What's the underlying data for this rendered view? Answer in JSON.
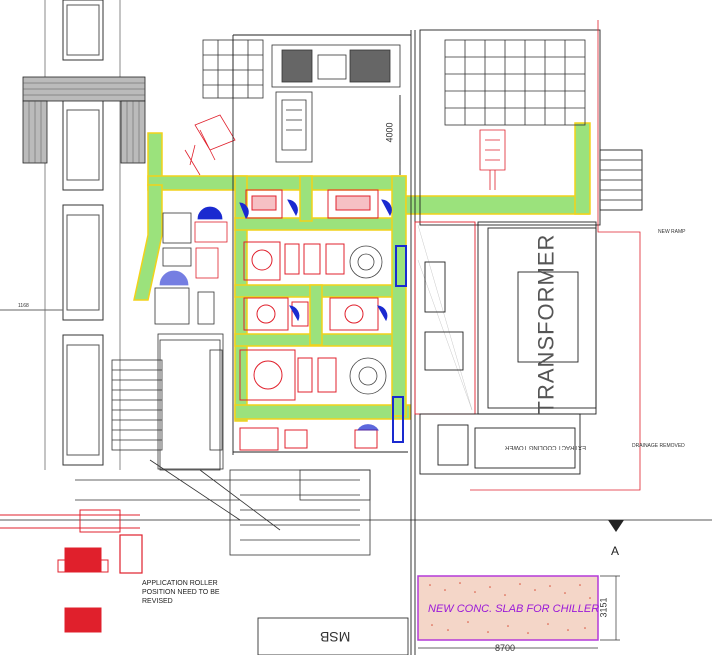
{
  "labels": {
    "transformer": "TRANSFORMER",
    "new_slab": "NEW CONC. SLAB FOR CHILLER",
    "msb": "MSB",
    "cooling_tower": "EXTRACT COOLING TOWER",
    "application_note": "APPLICATION ROLLER POSITION NEED TO BE REVISED",
    "new_ramp": "NEW RAMP",
    "drainage_removed": "DRAINAGE REMOVED",
    "section_a": "A",
    "dim_4000": "4000",
    "dim_3151": "3151",
    "dim_8700": "8700",
    "dim_left": "1168"
  },
  "colors": {
    "walkway_green": "#9be27c",
    "walkway_edge": "#f2d21a",
    "equipment_red": "#e0202c",
    "equipment_blue": "#1a2ad0",
    "line_dark": "#222222",
    "slab_purple": "#b43ad8",
    "slab_fill": "#f4d6c8"
  }
}
